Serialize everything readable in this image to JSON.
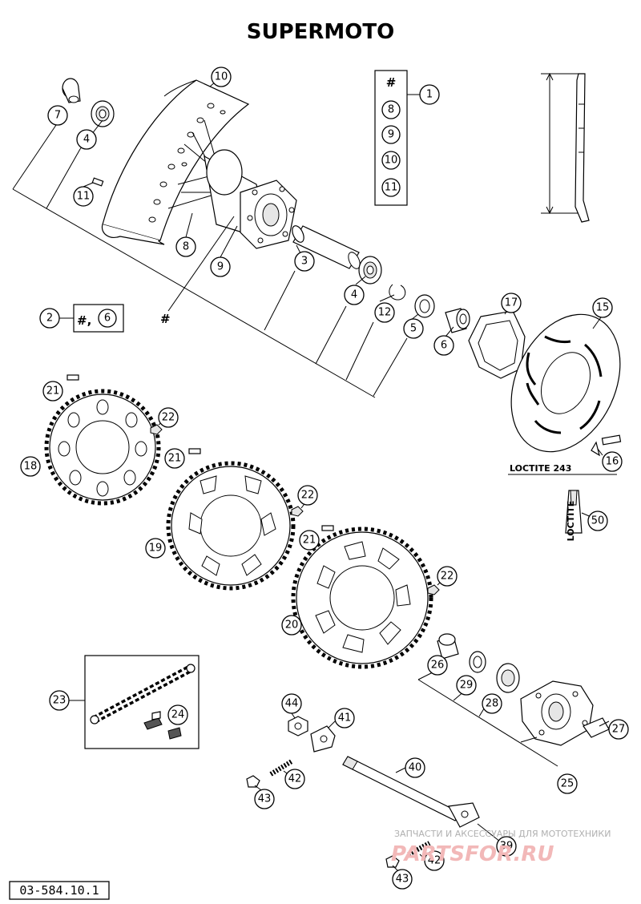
{
  "title": "SUPERMOTO",
  "drawing_code": "03-584.10.1",
  "locking_compound": "LOCTITE 243",
  "tube_label": "LOCTITE",
  "watermark": {
    "line1": "ЗАПЧАСТИ И АКСЕССУАРЫ ДЛЯ МОТОТЕХНИКИ",
    "line2": "PARTSFOR.RU"
  },
  "assembly_box": {
    "callout": "1",
    "items": [
      "#",
      "8",
      "9",
      "10",
      "11"
    ]
  },
  "kit_box": {
    "callout": "2",
    "label": "#,",
    "circled": "6"
  },
  "hash_mark": "#",
  "callouts": {
    "c3": "3",
    "c4a": "4",
    "c4b": "4",
    "c5": "5",
    "c6": "6",
    "c7": "7",
    "c8": "8",
    "c9": "9",
    "c10": "10",
    "c11": "11",
    "c12": "12",
    "c15": "15",
    "c16": "16",
    "c17": "17",
    "c18": "18",
    "c19": "19",
    "c20": "20",
    "c21a": "21",
    "c21b": "21",
    "c21c": "21",
    "c22a": "22",
    "c22b": "22",
    "c22c": "22",
    "c23": "23",
    "c24": "24",
    "c25": "25",
    "c26": "26",
    "c27": "27",
    "c28": "28",
    "c29": "29",
    "c39": "39",
    "c40": "40",
    "c41": "41",
    "c42a": "42",
    "c42b": "42",
    "c43a": "43",
    "c43b": "43",
    "c44": "44",
    "c50": "50"
  }
}
